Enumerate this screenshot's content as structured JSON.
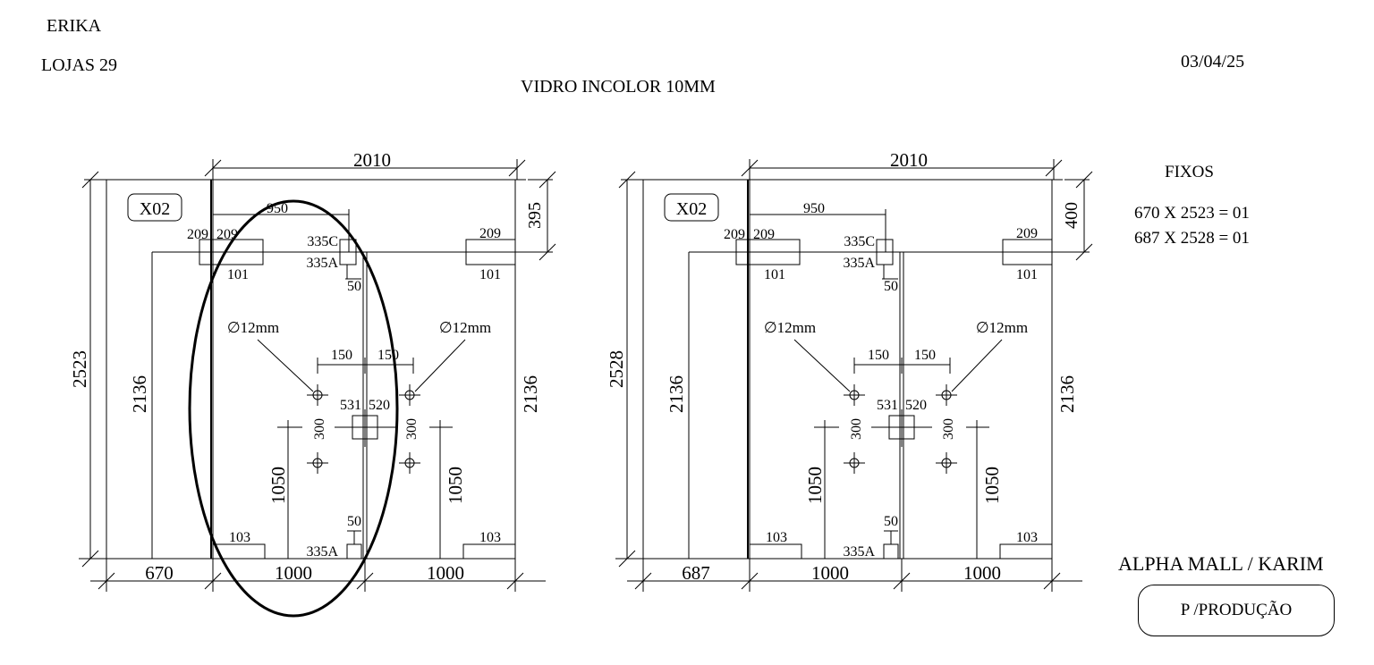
{
  "header": {
    "client": "ERIKA",
    "project": "LOJAS  29",
    "date": "03/04/25",
    "material": "VIDRO INCOLOR 10MM"
  },
  "fixos": {
    "title": "FIXOS",
    "items": [
      "670 X 2523 = 01",
      "687 X 2528 = 01"
    ]
  },
  "location": "ALPHA MALL / KARIM",
  "status_badge": "P /PRODUÇÃO",
  "panels": [
    {
      "tag": "X02",
      "total_width": "2010",
      "total_height": "2523",
      "top_offset": "395",
      "fixed_height_left": "2136",
      "fixed_height_right": "2136",
      "fixed_width": "670",
      "leaf_left": "1000",
      "leaf_right": "1000",
      "dim_950": "950",
      "dim_209a": "209",
      "dim_209b": "209",
      "dim_209c": "209",
      "dim_101a": "101",
      "dim_101b": "101",
      "hinge_top": "335C",
      "hinge_top_b": "335A",
      "dim_50a": "50",
      "dim_50b": "50",
      "hole_left": "∅12mm",
      "hole_right": "∅12mm",
      "dim_150a": "150",
      "dim_150b": "150",
      "dim_531": "531",
      "dim_520": "520",
      "dim_300a": "300",
      "dim_300b": "300",
      "dim_1050a": "1050",
      "dim_1050b": "1050",
      "dim_103a": "103",
      "dim_103b": "103",
      "hinge_bottom": "335A"
    },
    {
      "tag": "X02",
      "total_width": "2010",
      "total_height": "2528",
      "top_offset": "400",
      "fixed_height_left": "2136",
      "fixed_height_right": "2136",
      "fixed_width": "687",
      "leaf_left": "1000",
      "leaf_right": "1000",
      "dim_950": "950",
      "dim_209a": "209",
      "dim_209b": "209",
      "dim_209c": "209",
      "dim_101a": "101",
      "dim_101b": "101",
      "hinge_top": "335C",
      "hinge_top_b": "335A",
      "dim_50a": "50",
      "dim_50b": "50",
      "hole_left": "∅12mm",
      "hole_right": "∅12mm",
      "dim_150a": "150",
      "dim_150b": "150",
      "dim_531": "531",
      "dim_520": "520",
      "dim_300a": "300",
      "dim_300b": "300",
      "dim_1050a": "1050",
      "dim_1050b": "1050",
      "dim_103a": "103",
      "dim_103b": "103",
      "hinge_bottom": "335A"
    }
  ]
}
